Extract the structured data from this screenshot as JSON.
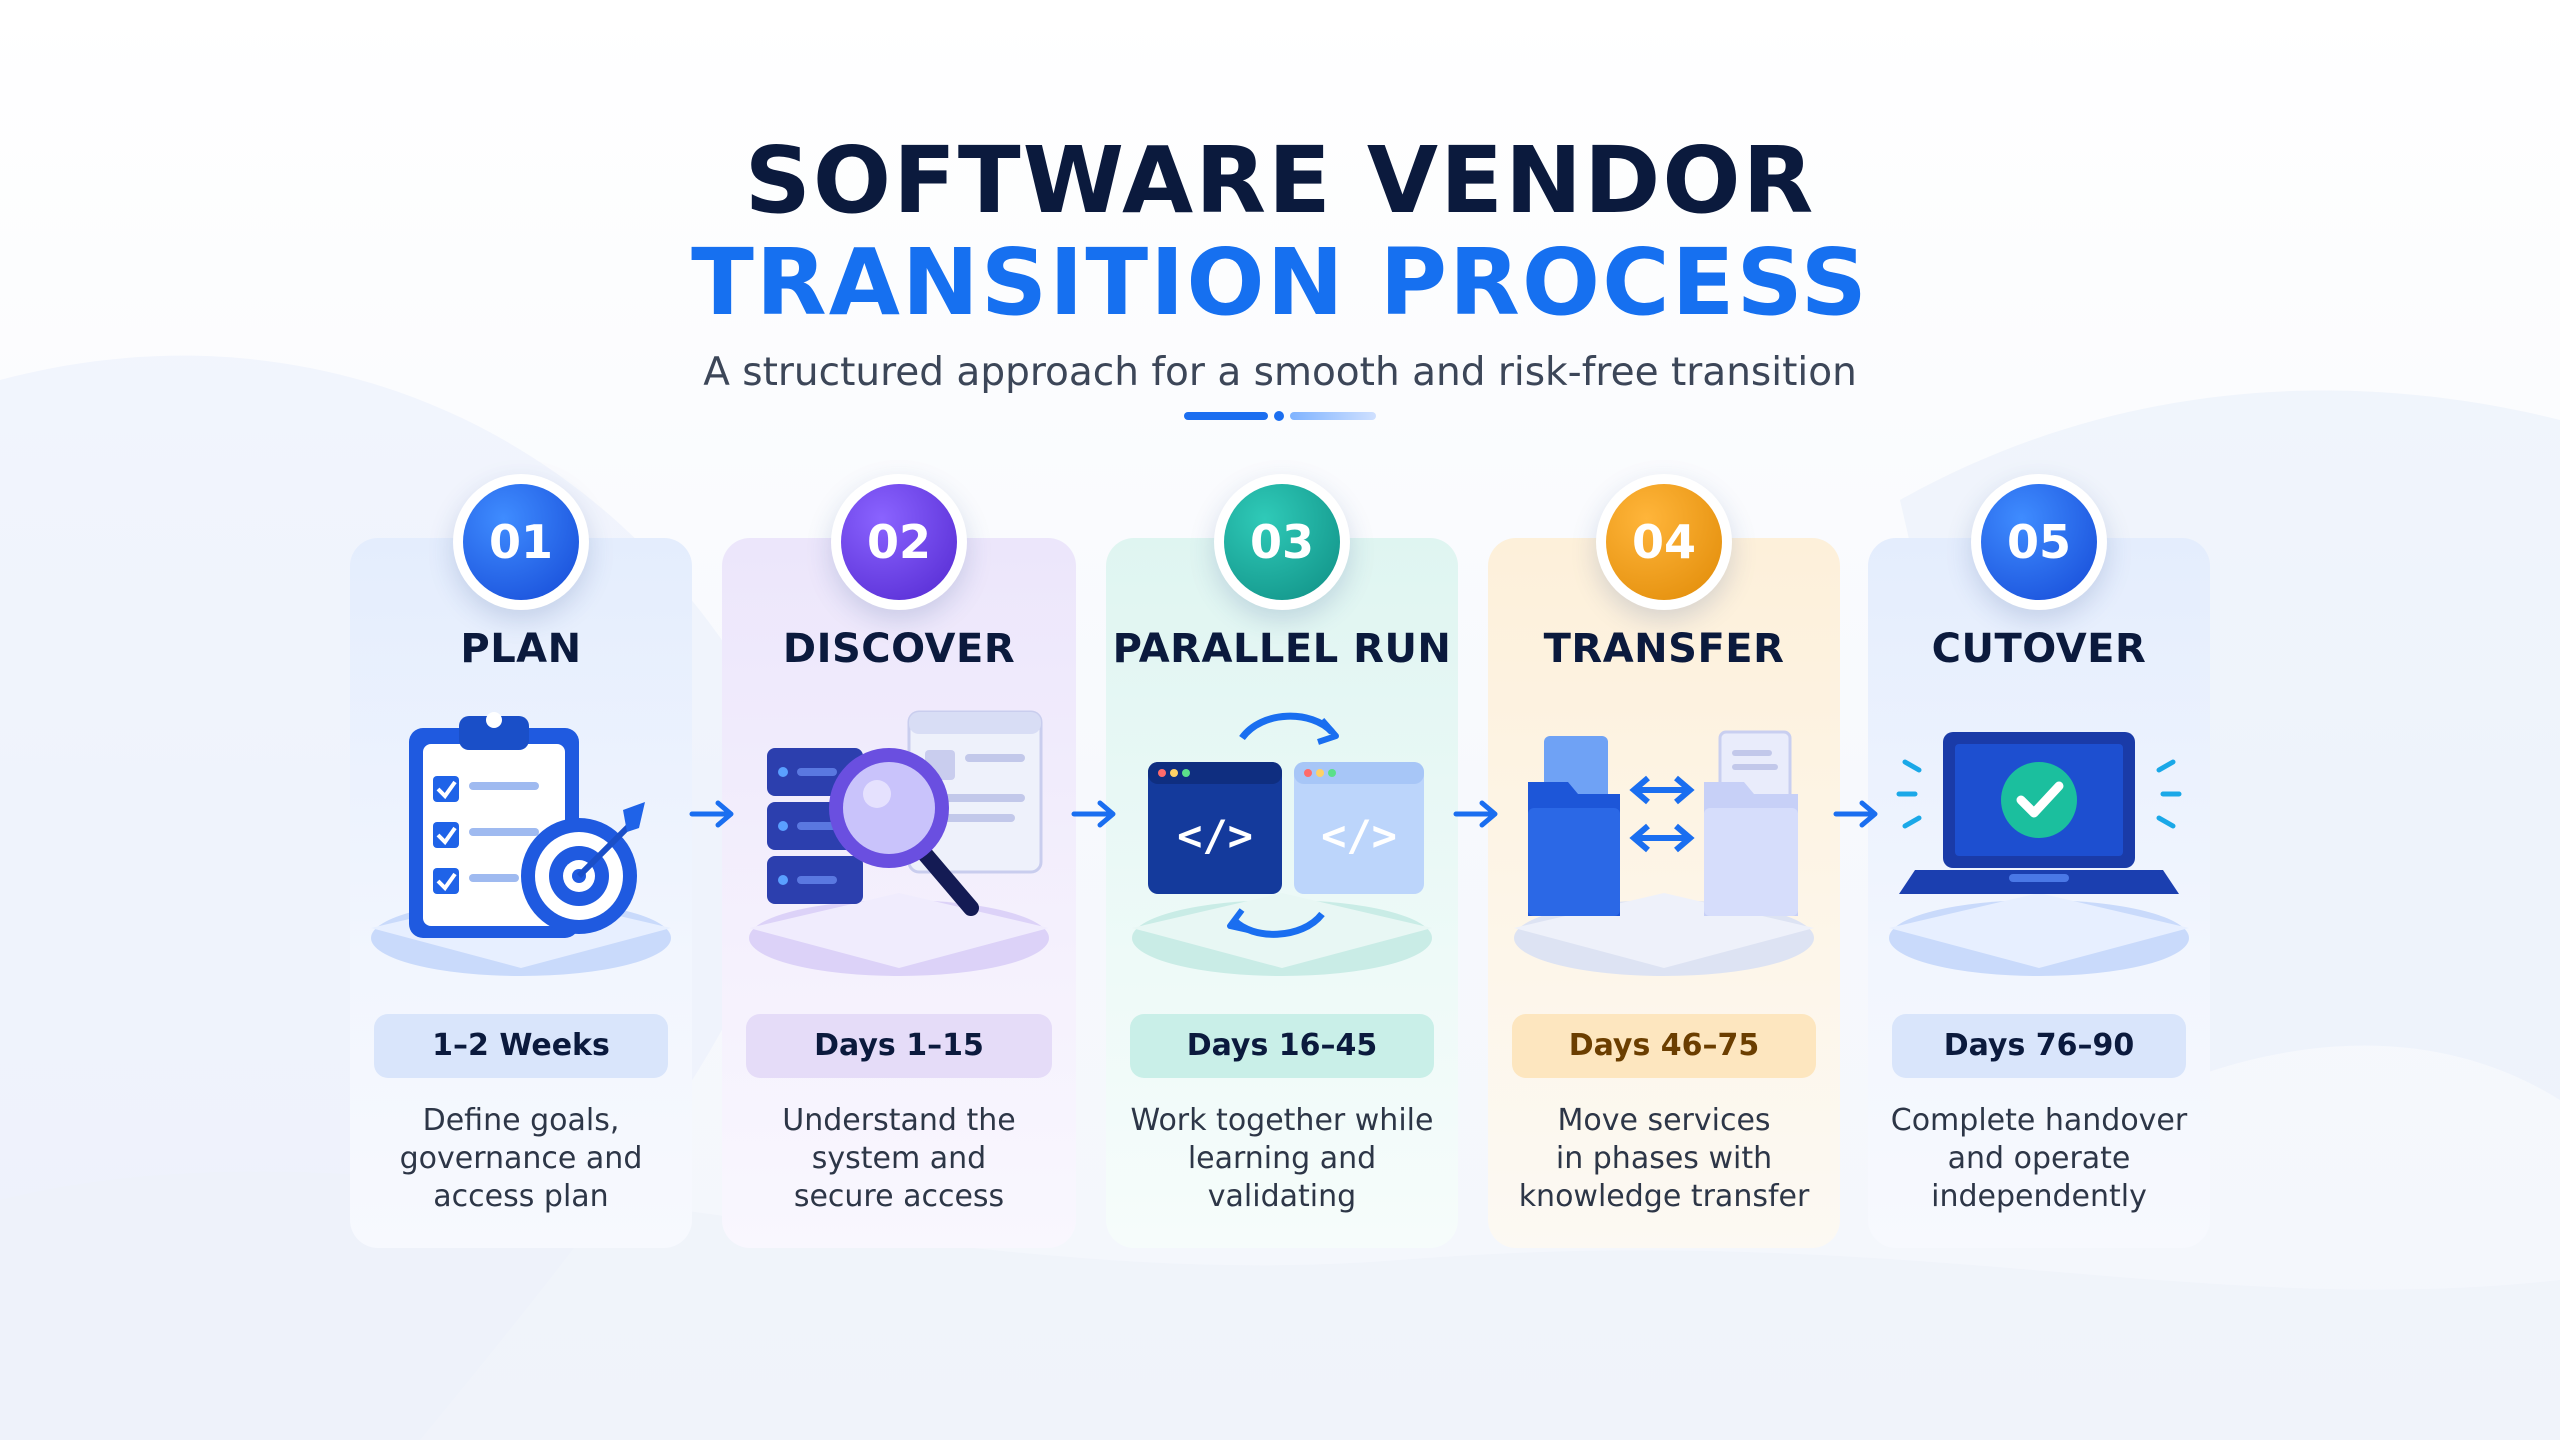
{
  "header": {
    "title_line1": "SOFTWARE VENDOR",
    "title_line2": "TRANSITION PROCESS",
    "subtitle": "A structured approach for a smooth and risk-free transition"
  },
  "steps": [
    {
      "number": "01",
      "title": "PLAN",
      "duration": "1–2 Weeks",
      "description": [
        "Define goals,",
        "governance and",
        "access plan"
      ],
      "illustration": "clipboard-target-icon",
      "accent": "#1f63e8"
    },
    {
      "number": "02",
      "title": "DISCOVER",
      "duration": "Days 1–15",
      "description": [
        "Understand the",
        "system and",
        "secure access"
      ],
      "illustration": "server-magnifier-icon",
      "accent": "#6a3fe0"
    },
    {
      "number": "03",
      "title": "PARALLEL RUN",
      "duration": "Days 16–45",
      "description": [
        "Work together while",
        "learning and",
        "validating"
      ],
      "illustration": "code-sync-icon",
      "accent": "#14a99a"
    },
    {
      "number": "04",
      "title": "TRANSFER",
      "duration": "Days 46–75",
      "description": [
        "Move services",
        "in phases with",
        "knowledge transfer"
      ],
      "illustration": "folder-transfer-icon",
      "accent": "#ef9a10"
    },
    {
      "number": "05",
      "title": "CUTOVER",
      "duration": "Days 76–90",
      "description": [
        "Complete handover",
        "and operate",
        "independently"
      ],
      "illustration": "laptop-check-icon",
      "accent": "#1f63e8"
    }
  ]
}
